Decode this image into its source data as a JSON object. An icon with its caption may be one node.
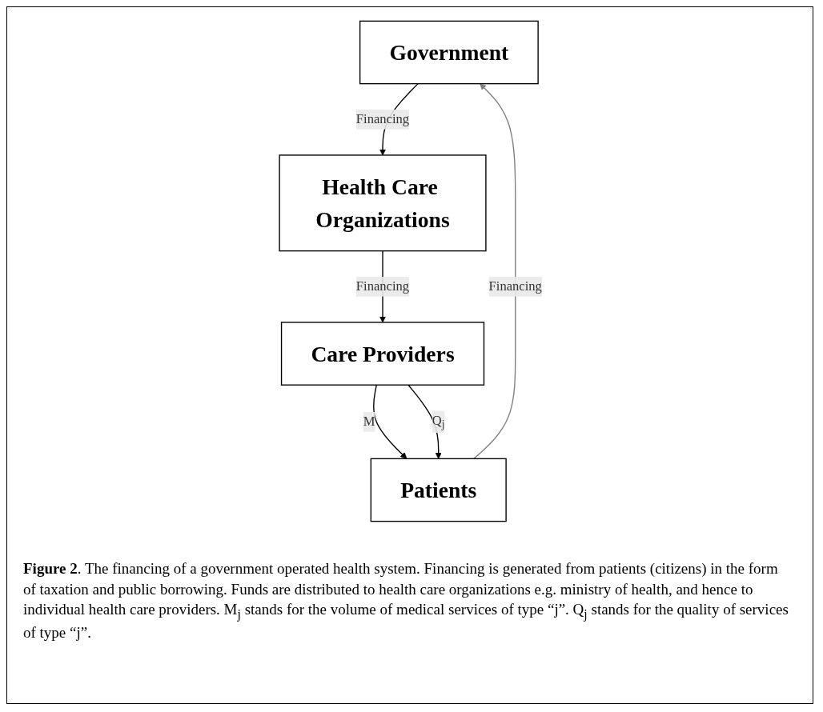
{
  "diagram": {
    "nodes": [
      {
        "text": [
          "Government"
        ]
      },
      {
        "text": [
          "Health Care Organizations"
        ]
      },
      {
        "text": [
          "Care Providers"
        ]
      },
      {
        "text": [
          "Patients"
        ]
      }
    ],
    "edges": [
      {
        "from": 0,
        "to": 1,
        "arrow": "to",
        "label": "Financing"
      },
      {
        "from": 1,
        "to": 2,
        "arrow": "to",
        "label": "Financing"
      },
      {
        "from": 2,
        "to": 3,
        "arrow": "to",
        "label": "M"
      },
      {
        "from": 2,
        "to": 3,
        "arrow": "to",
        "label": "Q$_{j}$"
      },
      {
        "from": 3,
        "to": 0,
        "arrow": "to",
        "label": "Financing",
        "color": "#808080"
      }
    ],
    "caption": "**Figure 2**. The financing of a government operated health system. Financing is generated from patients (citizens) in the form of taxation and public borrowing. Funds are distributed to health care organizations e.g. ministry of health, and hence to individual health care providers. M$_{j}$ stands for the volume of medical services of type “j”. Q$_{j}$ stands for the quality of services of type “j”."
  }
}
